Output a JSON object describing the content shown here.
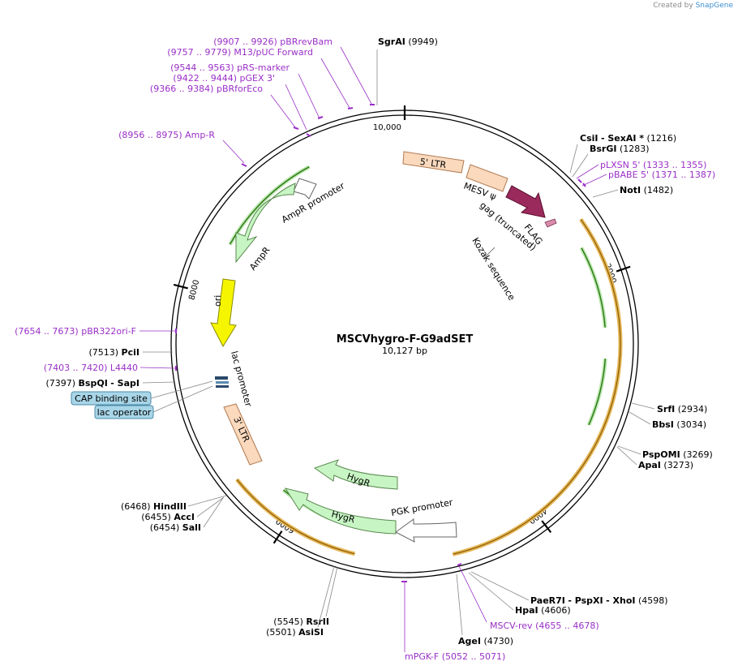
{
  "credit": {
    "prefix": "Created by",
    "brand": "SnapGene"
  },
  "plasmid": {
    "name": "MSCVhygro-F-G9adSET",
    "size_label": "10,127 bp",
    "length": 10127
  },
  "colors": {
    "primer": "#9a2fc7",
    "orf": "#d9a441",
    "orf_inner": "#3f9b2b",
    "promoter": "#ffffff",
    "ltr": "#fad9bd",
    "resistance": "#c8f5c4",
    "ori": "#f5f500",
    "psi": "#9b2a5c",
    "flag": "#d98cac",
    "misc_box": "#a8d6e8"
  },
  "ticks": [
    {
      "pos": 0,
      "label": "10,000"
    },
    {
      "pos": 2000,
      "label": "2000"
    },
    {
      "pos": 4000,
      "label": "4000"
    },
    {
      "pos": 6000,
      "label": "6000"
    },
    {
      "pos": 8000,
      "label": "8000"
    }
  ],
  "features": {
    "ltr5": "5' LTR",
    "mesv": "MESV ψ",
    "gag": "gag (truncated)",
    "flag": "FLAG",
    "kozak": "Kozak sequence",
    "ampr_prom": "AmpR promoter",
    "ampr": "AmpR",
    "ori": "ori",
    "lac_prom": "lac promoter",
    "ltr3": "3' LTR",
    "hygr1": "HygR",
    "hygr2": "HygR",
    "pgk": "PGK promoter",
    "cap": "CAP binding site",
    "lac_op": "lac operator"
  },
  "primers": [
    {
      "range": "(9907 .. 9926)",
      "name": "pBRrevBam"
    },
    {
      "range": "(9757 .. 9779)",
      "name": "M13/pUC Forward"
    },
    {
      "range": "(9544 .. 9563)",
      "name": "pRS-marker"
    },
    {
      "range": "(9422 .. 9444)",
      "name": "pGEX 3'"
    },
    {
      "range": "(9366 .. 9384)",
      "name": "pBRforEco"
    },
    {
      "range": "(8956 .. 8975)",
      "name": "Amp-R"
    },
    {
      "range": "(7654 .. 7673)",
      "name": "pBR322ori-F"
    },
    {
      "range": "(7403 .. 7420)",
      "name": "L4440"
    },
    {
      "name": "pLXSN 5'",
      "range": "(1333 .. 1355)"
    },
    {
      "name": "pBABE 5'",
      "range": "(1371 .. 1387)"
    },
    {
      "name": "MSCV-rev",
      "range": "(4655 .. 4678)"
    },
    {
      "name": "mPGK-F",
      "range": "(5052 .. 5071)"
    }
  ],
  "sites": {
    "sgrai": {
      "name": "SgrAI",
      "pos": "(9949)"
    },
    "csii": {
      "name": "CsiI",
      "sep": "- SexAI *",
      "pos": "(1216)"
    },
    "bsrgi": {
      "name": "BsrGI",
      "pos": "(1283)"
    },
    "noti": {
      "name": "NotI",
      "pos": "(1482)"
    },
    "srfi": {
      "name": "SrfI",
      "pos": "(2934)"
    },
    "bbsi": {
      "name": "BbsI",
      "pos": "(3034)"
    },
    "pspomi": {
      "name": "PspOMI",
      "pos": "(3269)"
    },
    "apai": {
      "name": "ApaI",
      "pos": "(3273)"
    },
    "paer7i": {
      "name": "PaeR7I",
      "mid": "- PspXI",
      "mid2": "- XhoI",
      "pos": "(4598)"
    },
    "hpai": {
      "name": "HpaI",
      "pos": "(4606)"
    },
    "agei": {
      "name": "AgeI",
      "pos": "(4730)"
    },
    "rsrii": {
      "name": "RsrII",
      "pos": "(5545)"
    },
    "asisi": {
      "name": "AsiSI",
      "pos": "(5501)"
    },
    "hindiii": {
      "name": "HindIII",
      "pos": "(6468)"
    },
    "acci": {
      "name": "AccI",
      "pos": "(6455)"
    },
    "sali": {
      "name": "SalI",
      "pos": "(6454)"
    },
    "pcii": {
      "name": "PciI",
      "pos": "(7513)"
    },
    "bspqi": {
      "name": "BspQI",
      "mid": "- SapI",
      "pos": "(7397)"
    }
  }
}
